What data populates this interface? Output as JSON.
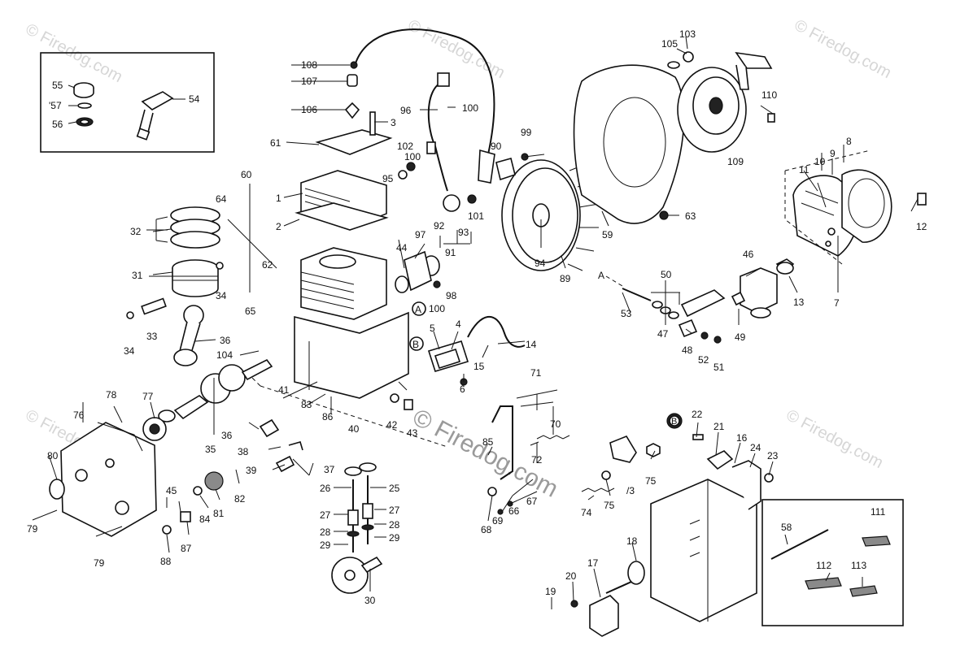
{
  "watermark": {
    "text": "© Firedog.com",
    "center_text": "© Firedog.com"
  },
  "callouts": {
    "c1": "1",
    "c2": "2",
    "c3": "3",
    "c4": "4",
    "c5": "5",
    "c6": "6",
    "c7": "7",
    "c8": "8",
    "c9": "9",
    "c10": "10",
    "c11": "11",
    "c12": "12",
    "c13": "13",
    "c14": "14",
    "c15": "15",
    "c16": "16",
    "c17": "17",
    "c18": "18",
    "c19": "19",
    "c20": "20",
    "c21": "21",
    "c22": "22",
    "c23": "23",
    "c24": "24",
    "c25": "25",
    "c26": "26",
    "c27a": "27",
    "c27b": "27",
    "c28a": "28",
    "c28b": "28",
    "c29a": "29",
    "c29b": "29",
    "c30": "30",
    "c31": "31",
    "c32": "32",
    "c33": "33",
    "c34a": "34",
    "c34b": "34",
    "c35": "35",
    "c36a": "36",
    "c36b": "36",
    "c37": "37",
    "c38": "38",
    "c39": "39",
    "c40": "40",
    "c41": "41",
    "c42": "42",
    "c43": "43",
    "c44": "44",
    "c45": "45",
    "c46": "46",
    "c47": "47",
    "c48": "48",
    "c49": "49",
    "c50": "50",
    "c51": "51",
    "c52": "52",
    "c53": "53",
    "c54": "54",
    "c55": "55",
    "c56": "56",
    "c57": "'57",
    "c58": "58",
    "c59": "59",
    "c60": "60",
    "c61": "61",
    "c62": "62",
    "c63": "63",
    "c64": "64",
    "c65": "65",
    "c66": "66",
    "c67": "67",
    "c68": "68",
    "c69": "69",
    "c70": "70",
    "c71": "71",
    "c72": "72",
    "c73": "/3",
    "c74": "74",
    "c75a": "75",
    "c75b": "75",
    "c76": "76",
    "c77": "77",
    "c78": "78",
    "c79a": "79",
    "c79b": "79",
    "c80": "80",
    "c81": "81",
    "c82": "82",
    "c83": "83",
    "c84": "84",
    "c85": "85",
    "c86": "86",
    "c87": "87",
    "c88": "88",
    "c89": "89",
    "c90": "90",
    "c91": "91",
    "c92": "92",
    "c93": "93",
    "c94": "94",
    "c95": "95",
    "c96": "96",
    "c97": "97",
    "c98": "98",
    "c99": "99",
    "c100a": "100",
    "c100b": "100",
    "c100c": "100",
    "c101": "101",
    "c102": "102",
    "c103": "103",
    "c104": "104",
    "c105": "105",
    "c106": "106",
    "c107": "107",
    "c108": "108",
    "c109": "109",
    "c110": "110",
    "c111": "111",
    "c112": "112",
    "c113": "113",
    "refA1": "A",
    "refA2": "A",
    "refB1": "B",
    "refB2": "B"
  }
}
